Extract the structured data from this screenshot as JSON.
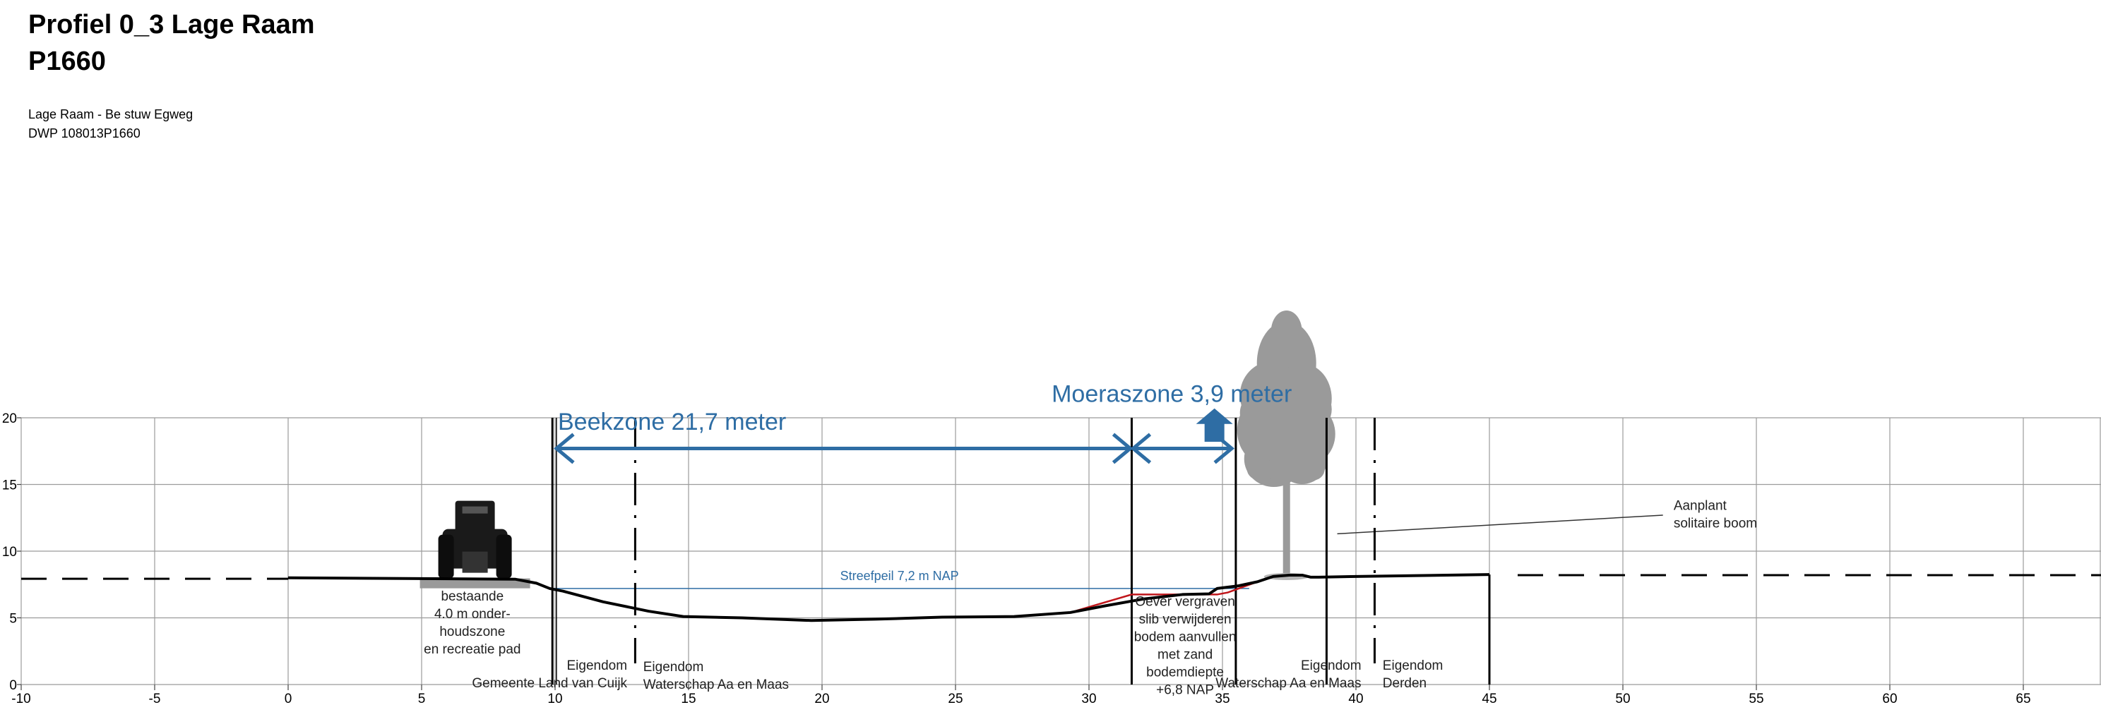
{
  "header": {
    "title_line1": "Profiel 0_3 Lage Raam",
    "title_line2": "P1660",
    "subtitle_line1": "Lage Raam - Be stuw Egweg",
    "subtitle_line2": "DWP 108013P1660"
  },
  "chart_data": {
    "type": "cross-section profile",
    "x_ticks": [
      -10,
      -5,
      0,
      5,
      10,
      15,
      20,
      25,
      30,
      35,
      40,
      45,
      50,
      55,
      60,
      65
    ],
    "y_ticks": [
      0,
      5,
      10,
      15,
      20
    ],
    "y_tick_labels": [
      "0",
      "5",
      "10",
      "15",
      "20"
    ],
    "xlim": [
      -10,
      67.6
    ],
    "ylim": [
      0,
      20
    ],
    "grid": true,
    "ground_profile": [
      [
        0,
        8.0
      ],
      [
        8.5,
        7.9
      ],
      [
        9.3,
        7.6
      ],
      [
        9.8,
        7.2
      ],
      [
        10.3,
        7.0
      ],
      [
        11.8,
        6.2
      ],
      [
        13.5,
        5.5
      ],
      [
        14.8,
        5.1
      ],
      [
        17.0,
        5.0
      ],
      [
        19.6,
        4.8
      ],
      [
        22.0,
        4.9
      ],
      [
        24.5,
        5.05
      ],
      [
        27.2,
        5.1
      ],
      [
        29.3,
        5.4
      ],
      [
        30.6,
        5.9
      ],
      [
        32.0,
        6.4
      ],
      [
        33.5,
        6.75
      ],
      [
        34.5,
        6.8
      ],
      [
        34.8,
        7.2
      ],
      [
        35.6,
        7.4
      ],
      [
        36.3,
        7.7
      ],
      [
        36.9,
        8.1
      ],
      [
        37.5,
        8.2
      ],
      [
        38.0,
        8.2
      ],
      [
        38.3,
        8.05
      ],
      [
        38.6,
        8.05
      ],
      [
        40.0,
        8.1
      ],
      [
        45.0,
        8.25
      ]
    ],
    "ground_end_x": 45.0,
    "ground_extension_left": {
      "y": 7.93
    },
    "ground_extension_right": {
      "y": 8.2
    },
    "excavation_profile": [
      [
        29.3,
        5.4
      ],
      [
        31.6,
        6.75
      ],
      [
        34.8,
        6.75
      ],
      [
        35.2,
        6.9
      ],
      [
        36.3,
        7.7
      ]
    ],
    "waterlevel": {
      "y": 7.2,
      "x_start": 9.8,
      "x_end": 36.0,
      "label": "Streefpeil 7,2 m  NAP",
      "color": "#2e6da4"
    },
    "solid_verticals": [
      9.9,
      10.05,
      31.6,
      35.5,
      38.9,
      45.0
    ],
    "dashdot_verticals": [
      13.0,
      40.7
    ],
    "arrows": [
      {
        "label": "Beekzone  21,7 meter",
        "x_start": 10.0,
        "x_end": 31.6,
        "y": 17.7
      },
      {
        "label": "Moeraszone 3,9 meter",
        "x_start": 31.6,
        "x_end": 35.4,
        "y": 17.7
      }
    ],
    "arrow_color": "#2e6da4",
    "up_arrow": {
      "x": 34.7,
      "y_base": 18.2,
      "y_top": 20.7
    },
    "annotations": [
      {
        "lines": [
          "bestaande",
          "4.0 m onder-",
          "houdszone",
          "en recreatie pad"
        ],
        "x": 6.9,
        "y": 6.3,
        "align": "middle"
      },
      {
        "lines": [
          "Oever vergraven",
          "slib verwijderen",
          "bodem aanvullen",
          "met zand",
          "bodemdiepte",
          "+6,8 NAP"
        ],
        "x": 33.6,
        "y": 5.9,
        "align": "middle"
      },
      {
        "lines": [
          "Eigendom",
          "Gemeente Land van Cuijk"
        ],
        "x": 12.7,
        "y": 1.1,
        "align": "end"
      },
      {
        "lines": [
          "Eigendom",
          "Waterschap Aa en Maas"
        ],
        "x": 13.3,
        "y": 1.0,
        "align": "start"
      },
      {
        "lines": [
          "Eigendom",
          "Waterschap Aa en Maas"
        ],
        "x": 40.2,
        "y": 1.1,
        "align": "end"
      },
      {
        "lines": [
          "Eigendom",
          "Derden"
        ],
        "x": 41.0,
        "y": 1.1,
        "align": "start"
      },
      {
        "lines": [
          "Aanplant",
          "solitaire boom"
        ],
        "x": 51.9,
        "y": 13.1,
        "align": "start"
      }
    ],
    "tree": {
      "x": 37.4,
      "y_base": 8.2,
      "label_x": 51.5,
      "label_y": 12.7,
      "color": "#9a9a9a"
    },
    "tractor": {
      "x": 7.0,
      "y_base": 7.85
    }
  }
}
